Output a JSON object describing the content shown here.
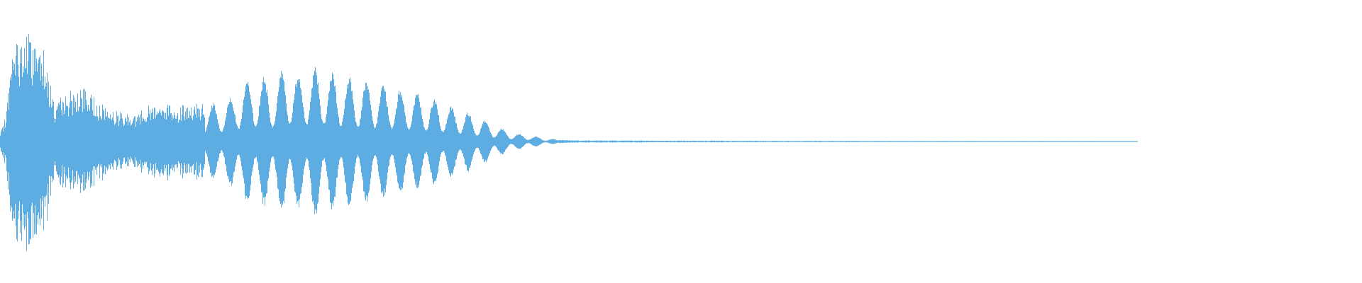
{
  "waveform": {
    "color": "#5dade2",
    "background": "#ffffff",
    "baseline_fraction": 0.5,
    "envelope": [
      [
        0.0,
        0.06
      ],
      [
        0.004,
        0.2
      ],
      [
        0.008,
        0.66
      ],
      [
        0.012,
        0.82
      ],
      [
        0.018,
        0.85
      ],
      [
        0.026,
        0.82
      ],
      [
        0.032,
        0.78
      ],
      [
        0.036,
        0.52
      ],
      [
        0.04,
        0.28
      ],
      [
        0.048,
        0.38
      ],
      [
        0.055,
        0.4
      ],
      [
        0.062,
        0.41
      ],
      [
        0.07,
        0.34
      ],
      [
        0.08,
        0.26
      ],
      [
        0.09,
        0.22
      ],
      [
        0.1,
        0.22
      ],
      [
        0.115,
        0.32
      ],
      [
        0.13,
        0.28
      ],
      [
        0.145,
        0.3
      ],
      [
        0.16,
        0.28
      ],
      [
        0.17,
        0.35
      ],
      [
        0.18,
        0.45
      ],
      [
        0.19,
        0.5
      ],
      [
        0.2,
        0.45
      ],
      [
        0.21,
        0.58
      ],
      [
        0.22,
        0.5
      ],
      [
        0.23,
        0.57
      ],
      [
        0.24,
        0.52
      ],
      [
        0.25,
        0.5
      ],
      [
        0.26,
        0.47
      ],
      [
        0.27,
        0.45
      ],
      [
        0.28,
        0.43
      ],
      [
        0.29,
        0.4
      ],
      [
        0.3,
        0.38
      ],
      [
        0.31,
        0.35
      ],
      [
        0.32,
        0.32
      ],
      [
        0.33,
        0.27
      ],
      [
        0.34,
        0.24
      ],
      [
        0.35,
        0.19
      ],
      [
        0.36,
        0.14
      ],
      [
        0.37,
        0.09
      ],
      [
        0.38,
        0.06
      ],
      [
        0.39,
        0.045
      ],
      [
        0.4,
        0.025
      ],
      [
        0.41,
        0.014
      ],
      [
        0.42,
        0.01
      ],
      [
        0.48,
        0.008
      ],
      [
        0.56,
        0.006
      ],
      [
        0.64,
        0.005
      ],
      [
        0.72,
        0.004
      ],
      [
        0.8,
        0.004
      ],
      [
        0.83,
        0.003
      ],
      [
        0.835,
        0.0
      ],
      [
        1.0,
        0.0
      ]
    ],
    "pulse_region_end_fraction": 0.41
  }
}
